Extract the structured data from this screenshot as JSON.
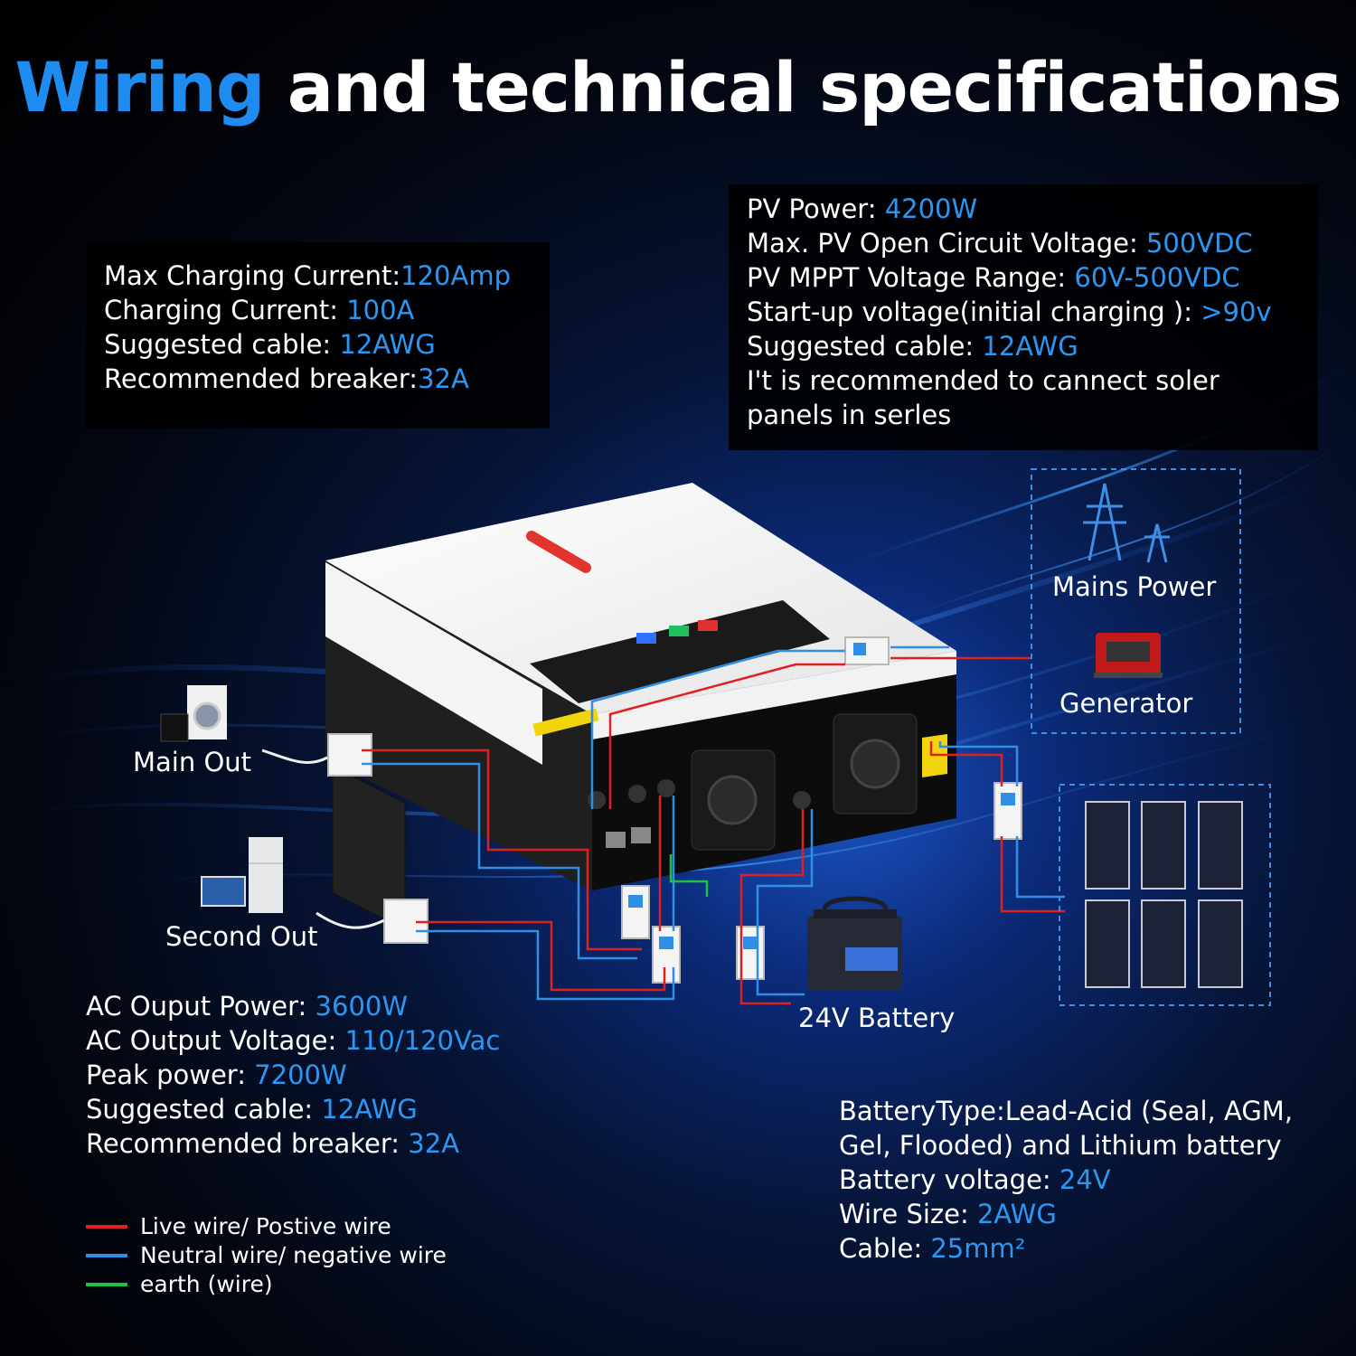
{
  "title": {
    "accent": "Wiring",
    "rest": "and technical specifications"
  },
  "charging_specs": [
    {
      "label": "Max Charging Current:",
      "value": "120Amp"
    },
    {
      "label": "Charging Current: ",
      "value": "100A"
    },
    {
      "label": "Suggested cable: ",
      "value": "12AWG"
    },
    {
      "label": "Recommended breaker:",
      "value": "32A"
    }
  ],
  "pv_specs": [
    {
      "label": "PV Power: ",
      "value": "4200W"
    },
    {
      "label": "Max. PV Open Circuit Voltage: ",
      "value": "500VDC"
    },
    {
      "label": "PV MPPT Voltage Range: ",
      "value": "60V-500VDC"
    },
    {
      "label": "Start-up voltage(initial charging ): ",
      "value": ">90v"
    },
    {
      "label": "Suggested cable: ",
      "value": "12AWG"
    },
    {
      "label": "I't is recommended to cannect soler",
      "value": ""
    },
    {
      "label": "panels in serles",
      "value": ""
    }
  ],
  "ac_specs": [
    {
      "label": "AC Ouput Power: ",
      "value": "3600W"
    },
    {
      "label": "AC Output Voltage: ",
      "value": "110/120Vac"
    },
    {
      "label": "Peak power: ",
      "value": "7200W"
    },
    {
      "label": "Suggested cable: ",
      "value": "12AWG"
    },
    {
      "label": "Recommended breaker: ",
      "value": "32A"
    }
  ],
  "battery_specs": [
    {
      "label": "BatteryType:Lead-Acid (Seal, AGM,",
      "value": ""
    },
    {
      "label": "Gel, Flooded) and Lithium battery",
      "value": ""
    },
    {
      "label": "Battery voltage: ",
      "value": "24V"
    },
    {
      "label": "Wire Size: ",
      "value": "2AWG"
    },
    {
      "label": "Cable: ",
      "value": "25mm²"
    }
  ],
  "devices": {
    "main_out": "Main Out",
    "second_out": "Second Out",
    "mains_power": "Mains Power",
    "generator": "Generator",
    "battery": "24V Battery"
  },
  "legend": [
    {
      "label": "Live wire/ Postive wire",
      "color": "#e02020"
    },
    {
      "label": "Neutral wire/ negative wire",
      "color": "#2f8fe6"
    },
    {
      "label": "earth (wire)",
      "color": "#22c040"
    }
  ],
  "colors": {
    "accent": "#1e8cf0",
    "live": "#e02020",
    "neutral": "#2f8fe6",
    "earth": "#22c040"
  }
}
